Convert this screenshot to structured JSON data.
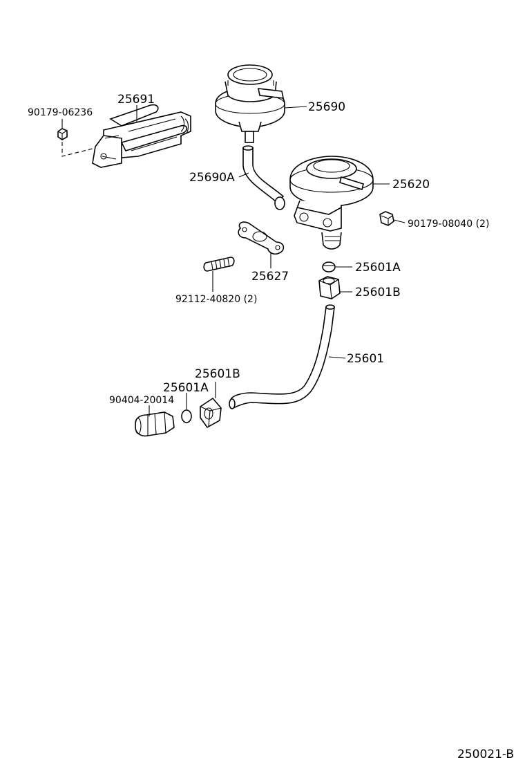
{
  "labels": {
    "p25691": "25691",
    "p90179_06236": "90179-06236",
    "p25690": "25690",
    "p25690A": "25690A",
    "p25620": "25620",
    "p90179_08040": "90179-08040 (2)",
    "p25627": "25627",
    "p25601A_top": "25601A",
    "p25601B_top": "25601B",
    "p92112_40820": "92112-40820 (2)",
    "p25601": "25601",
    "p25601B_bottom": "25601B",
    "p25601A_bottom": "25601A",
    "p90404_20014": "90404-20014"
  },
  "diagram_code": "250021-B"
}
